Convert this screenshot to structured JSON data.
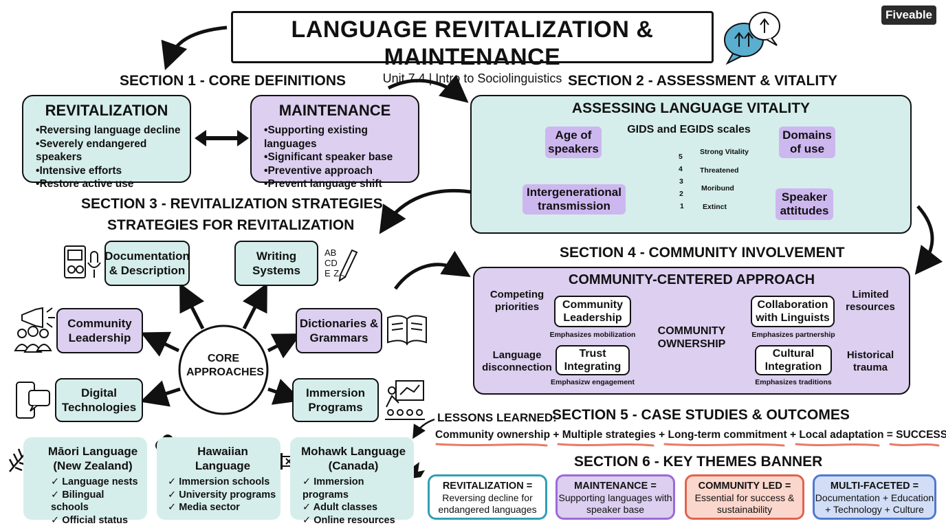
{
  "header": {
    "title": "LANGUAGE REVITALIZATION & MAINTENANCE",
    "subtitle": "Unit 7.4 | Intro to Sociolinguistics",
    "brand": "Fiveable"
  },
  "section1": {
    "heading": "SECTION 1 - CORE DEFINITIONS",
    "revitalization": {
      "title": "REVITALIZATION",
      "bullets": [
        "Reversing language decline",
        "Severely endangered speakers",
        "Intensive efforts",
        "Restore active use"
      ]
    },
    "maintenance": {
      "title": "MAINTENANCE",
      "bullets": [
        "Supporting existing languages",
        "Significant speaker base",
        "Preventive approach",
        "Prevent language shift"
      ]
    }
  },
  "section2": {
    "heading": "SECTION 2 - ASSESSMENT & VITALITY",
    "title": "ASSESSING LANGUAGE VITALITY",
    "scales": "GIDS and EGIDS scales",
    "age": "Age of speakers",
    "domains": "Domains of use",
    "transmission": "Intergenerational transmission",
    "attitudes": "Speaker attitudes",
    "ladder_numbers": [
      "5",
      "4",
      "3",
      "2",
      "1"
    ],
    "ladder_labels": [
      "Strong Vitality",
      "Threatened",
      "Moribund",
      "Extinct"
    ]
  },
  "section3": {
    "heading": "SECTION 3 - REVITALIZATION STRATEGIES",
    "subheading": "STRATEGIES FOR REVITALIZATION",
    "core": "CORE APPROACHES",
    "documentation": "Documentation & Description",
    "writing": "Writing Systems",
    "community": "Community Leadership",
    "dictionaries": "Dictionaries & Grammars",
    "digital": "Digital Technologies",
    "immersion": "Immersion Programs",
    "abc": "AB CD E Z"
  },
  "section4": {
    "heading": "SECTION 4 - COMMUNITY INVOLVEMENT",
    "title": "COMMUNITY-CENTERED APPROACH",
    "center": "COMMUNITY OWNERSHIP",
    "leadership": "Community Leadership",
    "leadership_note": "Emphasizes mobilization",
    "collaboration": "Collaboration with Linguists",
    "collaboration_note": "Emphasizes partnership",
    "trust": "Trust Integrating",
    "trust_note": "Emphasizw engagement",
    "cultural": "Cultural Integration",
    "cultural_note": "Emphasizes traditions",
    "challenges": [
      "Competing priorities",
      "Limited resources",
      "Language disconnection",
      "Historical trauma"
    ]
  },
  "section5": {
    "heading": "SECTION 5 - CASE STUDIES & OUTCOMES",
    "lessons": "LESSONS LEARNED:",
    "equation": [
      "Community ownership",
      "Multiple strategies",
      "Long-term commitment",
      "Local adaptation",
      "SUCCESS"
    ],
    "plus": "+",
    "equals": "=",
    "cases": [
      {
        "title": "Māori Language (New Zealand)",
        "items": [
          "Language nests",
          "Bilingual schools",
          "Official status"
        ]
      },
      {
        "title": "Hawaiian Language",
        "items": [
          "Immersion schools",
          "University programs",
          "Media sector"
        ]
      },
      {
        "title": "Mohawk Language (Canada)",
        "items": [
          "Immersion programs",
          "Adult classes",
          "Online resources"
        ]
      }
    ]
  },
  "section6": {
    "heading": "SECTION 6 - KEY THEMES BANNER",
    "themes": [
      {
        "title": "REVITALIZATION =",
        "text": "Reversing decline for endangered languages",
        "color": "#2f9fb3",
        "bg": "#ffffff"
      },
      {
        "title": "MAINTENANCE =",
        "text": "Supporting languages with speaker base",
        "color": "#9a6ad8",
        "bg": "#dccff0"
      },
      {
        "title": "COMMUNITY LED =",
        "text": "Essential for success & sustainability",
        "color": "#e2634c",
        "bg": "#fbd6cc"
      },
      {
        "title": "MULTI-FACETED =",
        "text": "Documentation + Education + Technology + Culture",
        "color": "#4f79cf",
        "bg": "#d2def6"
      }
    ]
  },
  "colors": {
    "teal": "#d5eeeb",
    "lavender": "#dccff0",
    "highlight": "#cdb7ef",
    "underline": "#e97a64"
  },
  "icons": [
    "speech-bubbles-icon",
    "elderly-face-icon",
    "child-face-icon",
    "house-icon",
    "school-icon",
    "barn-icon",
    "parent-child-icon",
    "thumbs-up-icon",
    "thumbs-down-icon",
    "recorder-icon",
    "microphone-icon",
    "pen-icon",
    "megaphone-icon",
    "people-group-icon",
    "book-icon",
    "phone-icon",
    "teacher-board-icon",
    "fern-icon",
    "hibiscus-icon",
    "wampum-belt-icon",
    "maple-leaf-icon"
  ]
}
